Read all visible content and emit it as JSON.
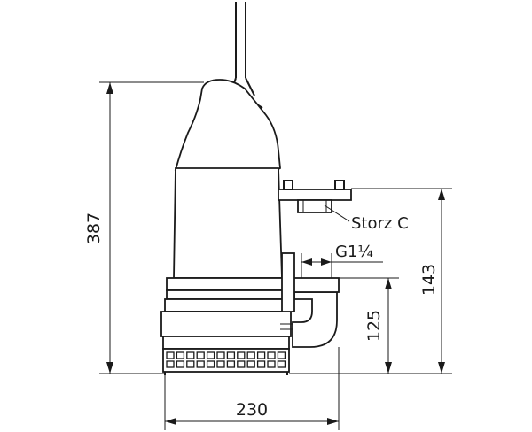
{
  "drawing": {
    "dimensions": {
      "overall_height": "387",
      "outlet_height": "143",
      "thread_height": "125",
      "width": "230"
    },
    "labels": {
      "coupling": "Storz C",
      "thread": "G1¼"
    }
  }
}
